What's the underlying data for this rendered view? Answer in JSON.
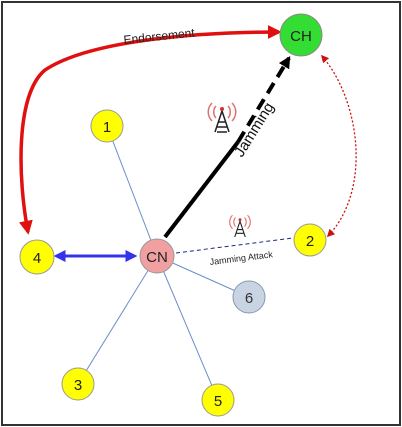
{
  "nodes": {
    "ch": "CH",
    "cn": "CN",
    "n1": "1",
    "n2": "2",
    "n3": "3",
    "n4": "4",
    "n5": "5",
    "n6": "6"
  },
  "edges": {
    "endorsement": "Endorsement",
    "jamming": "Jamming",
    "jamming_attack": "Jamming Attack"
  },
  "icons": [
    "radio-tower-icon",
    "radio-tower-icon"
  ],
  "colors": {
    "ch_fill": "#33dd33",
    "cn_fill": "#f0a0a0",
    "member_fill": "#ffff00",
    "node6_fill": "#c8d4e4",
    "endorsement_arrow": "#e01010",
    "dotted_link": "#cc1111",
    "cn_to_4_link": "#3333ee",
    "jamming_link": "#000000",
    "thin_link": "#6b8fc8"
  }
}
